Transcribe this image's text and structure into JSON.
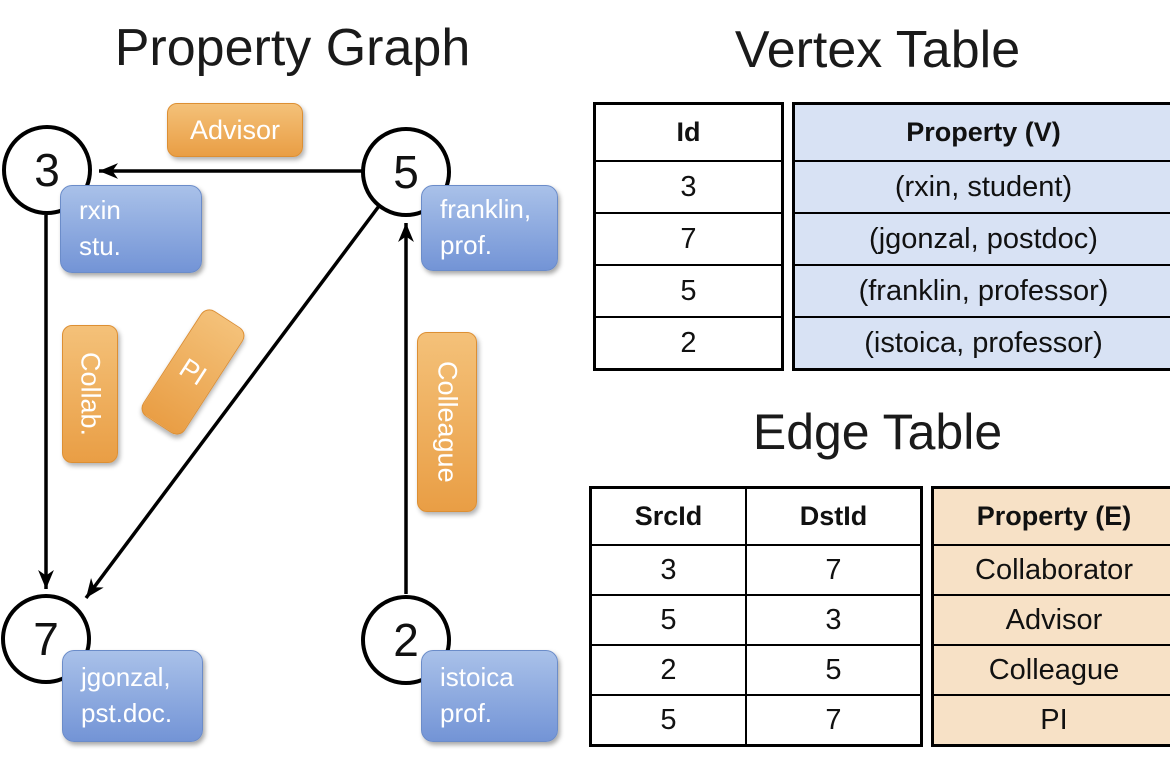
{
  "left_panel": {
    "title": "Property Graph",
    "nodes": [
      {
        "id": "3",
        "label_lines": [
          "rxin",
          "stu."
        ]
      },
      {
        "id": "5",
        "label_lines": [
          "franklin,",
          "prof."
        ]
      },
      {
        "id": "7",
        "label_lines": [
          "jgonzal,",
          "pst.doc."
        ]
      },
      {
        "id": "2",
        "label_lines": [
          "istoica",
          "prof."
        ]
      }
    ],
    "edge_labels": {
      "advisor": "Advisor",
      "collab": "Collab.",
      "pi": "PI",
      "colleague": "Colleague"
    },
    "edges": [
      {
        "src": "5",
        "dst": "3",
        "label": "Advisor"
      },
      {
        "src": "3",
        "dst": "7",
        "label": "Collab."
      },
      {
        "src": "5",
        "dst": "7",
        "label": "PI"
      },
      {
        "src": "2",
        "dst": "5",
        "label": "Colleague"
      }
    ]
  },
  "vertex_table": {
    "title": "Vertex Table",
    "columns": [
      "Id",
      "Property (V)"
    ],
    "rows": [
      {
        "id": "3",
        "property": "(rxin, student)"
      },
      {
        "id": "7",
        "property": "(jgonzal, postdoc)"
      },
      {
        "id": "5",
        "property": "(franklin, professor)"
      },
      {
        "id": "2",
        "property": "(istoica, professor)"
      }
    ]
  },
  "edge_table": {
    "title": "Edge Table",
    "columns": [
      "SrcId",
      "DstId",
      "Property (E)"
    ],
    "rows": [
      {
        "src": "3",
        "dst": "7",
        "property": "Collaborator"
      },
      {
        "src": "5",
        "dst": "3",
        "property": "Advisor"
      },
      {
        "src": "2",
        "dst": "5",
        "property": "Colleague"
      },
      {
        "src": "5",
        "dst": "7",
        "property": "PI"
      }
    ]
  },
  "colors": {
    "vertex_property_fill": "#d8e2f4",
    "edge_property_fill": "#f7e1c6",
    "vertex_box_top": "#a9c1e9",
    "vertex_box_bottom": "#7394d6",
    "edge_box_top": "#f4c179",
    "edge_box_bottom": "#e99e45",
    "line": "#000000"
  }
}
